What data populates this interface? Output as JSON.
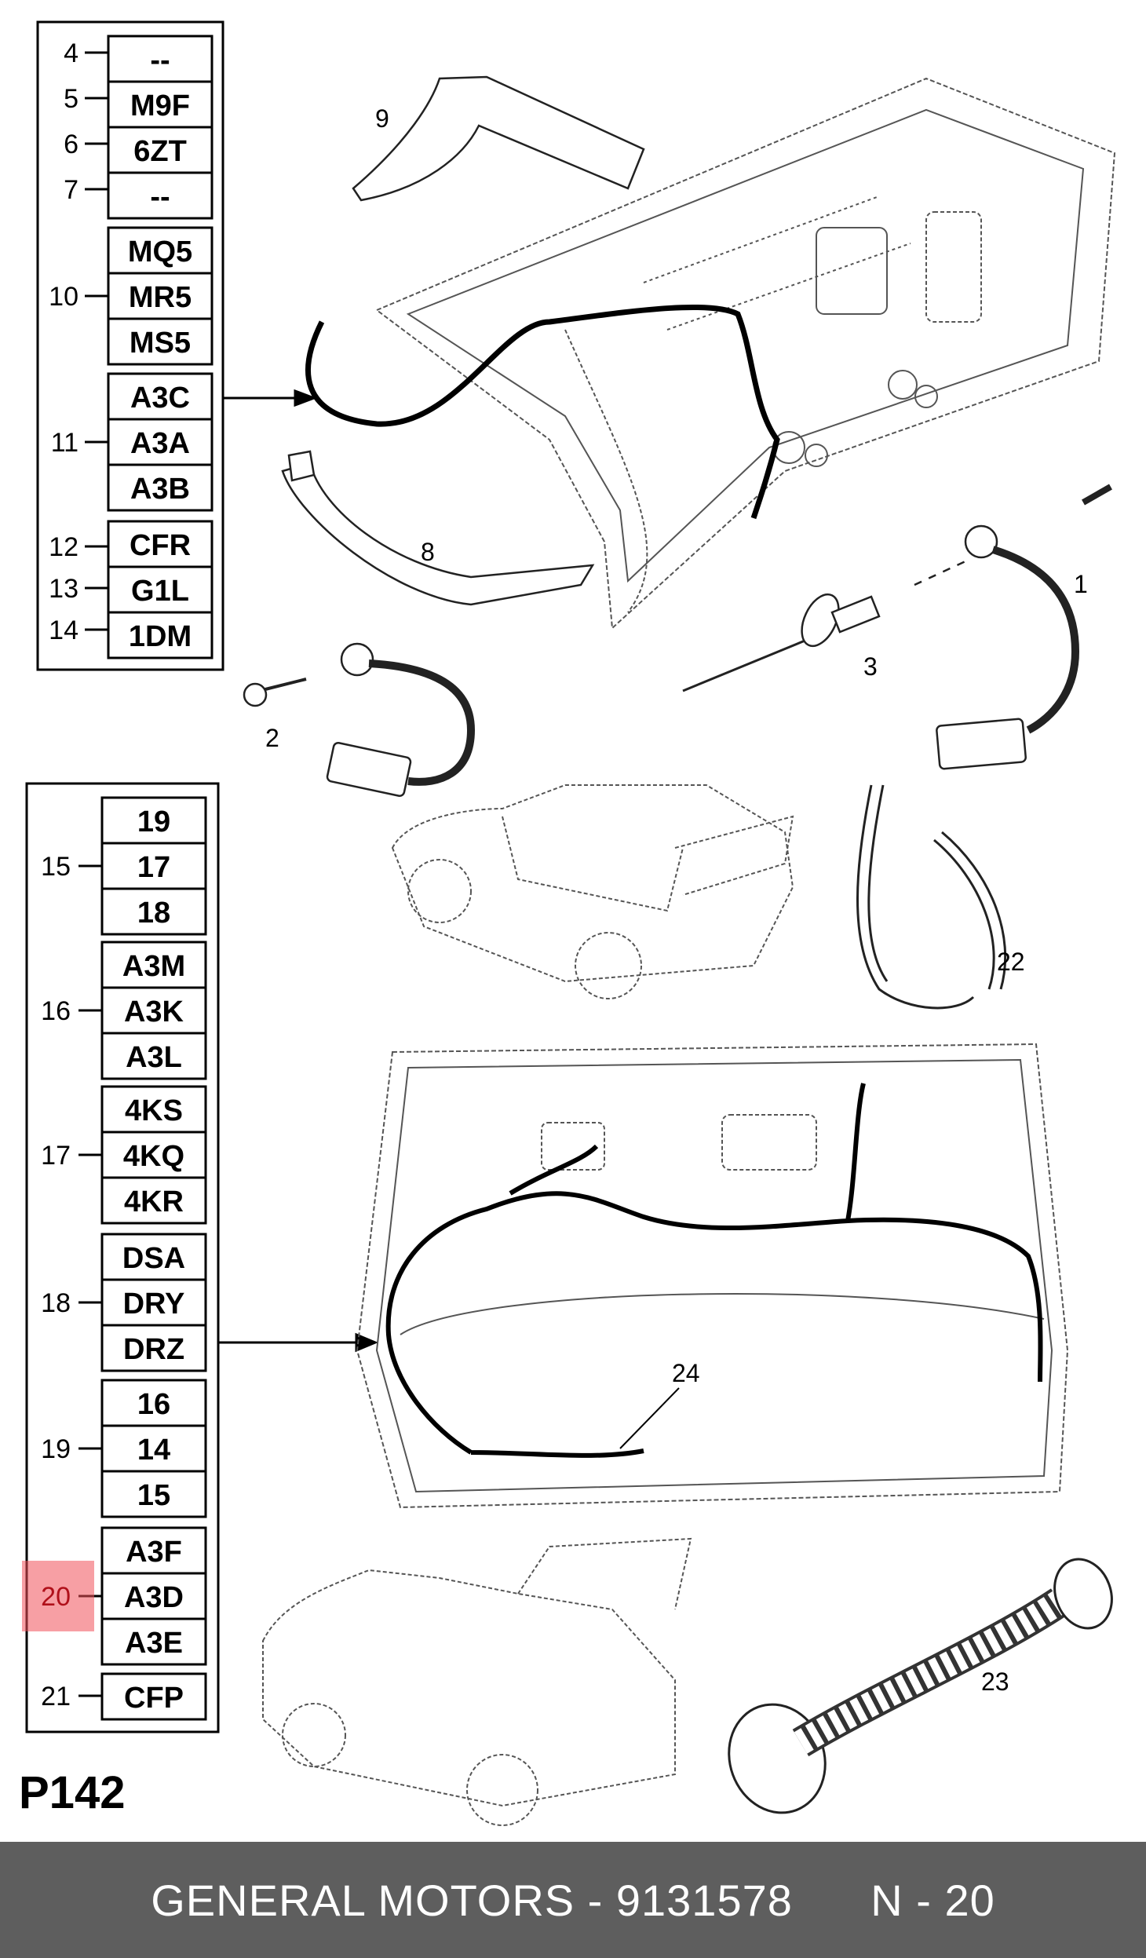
{
  "page_code": "P142",
  "highlighted_item": "20",
  "highlight_color": "#f0505a",
  "footer": {
    "brand": "GENERAL MOTORS",
    "separator": " - ",
    "part_number": "9131578",
    "position_label": "N - 20"
  },
  "top_table": [
    {
      "item": "4",
      "codes": [
        "--"
      ]
    },
    {
      "item": "5",
      "codes": [
        "M9F"
      ]
    },
    {
      "item": "6",
      "codes": [
        "6ZT"
      ]
    },
    {
      "item": "7",
      "codes": [
        "--"
      ]
    },
    {
      "item": "10",
      "codes": [
        "MQ5",
        "MR5",
        "MS5"
      ]
    },
    {
      "item": "11",
      "codes": [
        "A3C",
        "A3A",
        "A3B"
      ]
    },
    {
      "item": "12",
      "codes": [
        "CFR"
      ]
    },
    {
      "item": "13",
      "codes": [
        "G1L"
      ]
    },
    {
      "item": "14",
      "codes": [
        "1DM"
      ]
    }
  ],
  "bottom_table": [
    {
      "item": "15",
      "codes": [
        "19",
        "17",
        "18"
      ]
    },
    {
      "item": "16",
      "codes": [
        "A3M",
        "A3K",
        "A3L"
      ]
    },
    {
      "item": "17",
      "codes": [
        "4KS",
        "4KQ",
        "4KR"
      ]
    },
    {
      "item": "18",
      "codes": [
        "DSA",
        "DRY",
        "DRZ"
      ]
    },
    {
      "item": "19",
      "codes": [
        "16",
        "14",
        "15"
      ]
    },
    {
      "item": "20",
      "codes": [
        "A3F",
        "A3D",
        "A3E"
      ]
    },
    {
      "item": "21",
      "codes": [
        "CFP"
      ]
    }
  ],
  "callouts": [
    "1",
    "2",
    "3",
    "8",
    "9",
    "22",
    "23",
    "24"
  ]
}
